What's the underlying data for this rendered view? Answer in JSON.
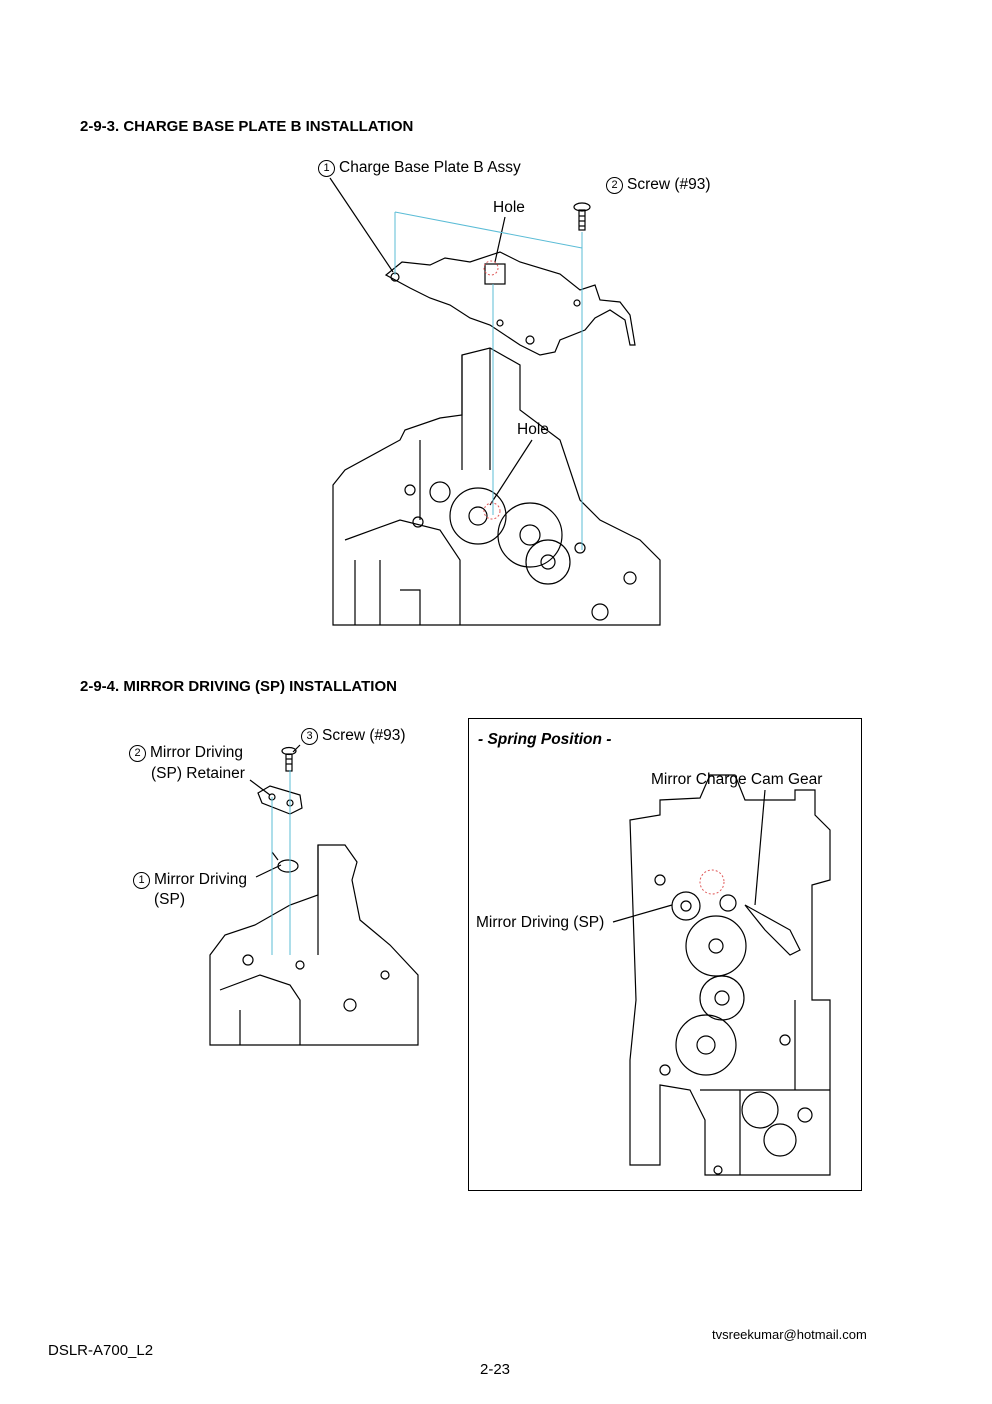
{
  "section1": {
    "heading": "2-9-3. CHARGE  BASE  PLATE  B  INSTALLATION",
    "callouts": [
      {
        "num": "1",
        "text": "Charge Base Plate B Assy"
      },
      {
        "num": "2",
        "text": "Screw (#93)"
      }
    ],
    "hole_top": "Hole",
    "hole_bottom": "Hole"
  },
  "section2": {
    "heading": "2-9-4. MIRROR  DRIVING (SP)  INSTALLATION",
    "callouts": [
      {
        "num": "3",
        "text": "Screw (#93)"
      },
      {
        "num": "2",
        "text": "Mirror Driving",
        "text2": "(SP) Retainer"
      },
      {
        "num": "1",
        "text": "Mirror Driving",
        "text2": "(SP)"
      }
    ],
    "spring_position": {
      "title": "- Spring Position -",
      "label_cam_gear": "Mirror Charge Cam Gear",
      "label_driving": "Mirror Driving (SP)"
    }
  },
  "footer": {
    "email": "tvsreekumar@hotmail.com",
    "model": "DSLR-A700_L2",
    "page": "2-23"
  },
  "colors": {
    "guide_line": "#5bbcd6",
    "highlight": "#e05a5a",
    "ink": "#000000"
  }
}
